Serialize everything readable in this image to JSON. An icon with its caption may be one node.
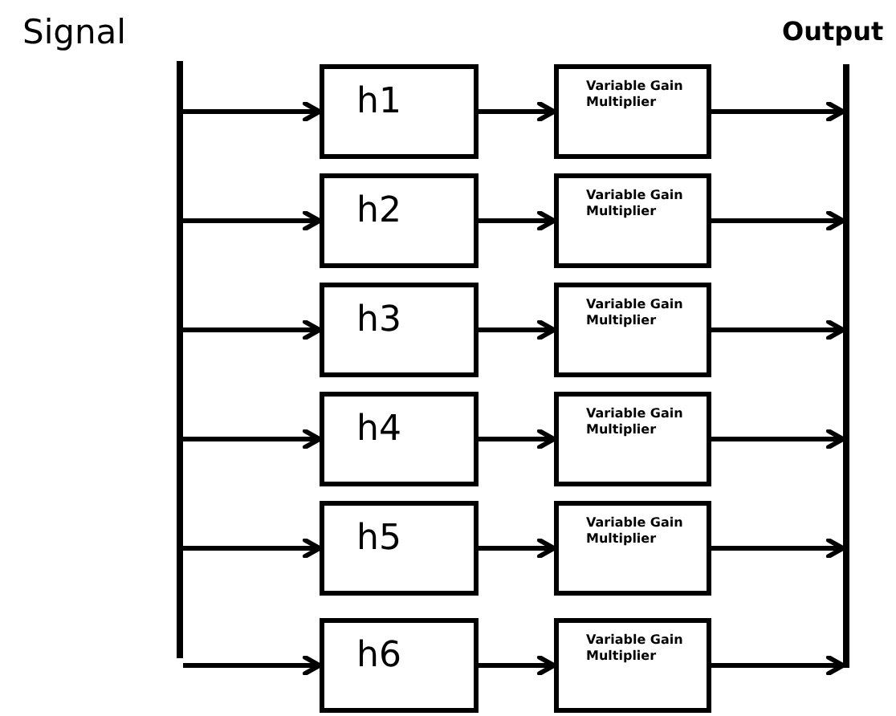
{
  "diagram": {
    "nodes": [
      {
        "text": [],
        "shape": "bar"
      },
      {
        "text": [
          "h1"
        ]
      },
      {
        "text": [
          "Variable Gain Multiplier"
        ]
      },
      {
        "text": [
          "h2"
        ]
      },
      {
        "text": [
          "Variable Gain Multiplier"
        ]
      },
      {
        "text": [
          "h3"
        ]
      },
      {
        "text": [
          "Variable Gain Multiplier"
        ]
      },
      {
        "text": [
          "h4"
        ]
      },
      {
        "text": [
          "Variable Gain Multiplier"
        ]
      },
      {
        "text": [
          "h5"
        ]
      },
      {
        "text": [
          "Variable Gain Multiplier"
        ]
      },
      {
        "text": [
          "h6"
        ]
      },
      {
        "text": [
          "Variable Gain Multiplier"
        ]
      },
      {
        "text": [],
        "shape": "bar"
      }
    ],
    "edges": [
      {
        "from": 0,
        "to": 1,
        "arrow": "to"
      },
      {
        "from": 1,
        "to": 2,
        "arrow": "to"
      },
      {
        "from": 2,
        "to": 13,
        "arrow": "to"
      },
      {
        "from": 0,
        "to": 3,
        "arrow": "to"
      },
      {
        "from": 3,
        "to": 4,
        "arrow": "to"
      },
      {
        "from": 4,
        "to": 13,
        "arrow": "to"
      },
      {
        "from": 0,
        "to": 5,
        "arrow": "to"
      },
      {
        "from": 5,
        "to": 6,
        "arrow": "to"
      },
      {
        "from": 6,
        "to": 13,
        "arrow": "to"
      },
      {
        "from": 0,
        "to": 7,
        "arrow": "to"
      },
      {
        "from": 7,
        "to": 8,
        "arrow": "to"
      },
      {
        "from": 8,
        "to": 13,
        "arrow": "to"
      },
      {
        "from": 0,
        "to": 9,
        "arrow": "to"
      },
      {
        "from": 9,
        "to": 10,
        "arrow": "to"
      },
      {
        "from": 10,
        "to": 13,
        "arrow": "to"
      },
      {
        "from": 0,
        "to": 11,
        "arrow": "to"
      },
      {
        "from": 11,
        "to": 12,
        "arrow": "to"
      },
      {
        "from": 12,
        "to": 13,
        "arrow": "to"
      }
    ],
    "labels": [
      "Signal",
      "Output"
    ]
  }
}
